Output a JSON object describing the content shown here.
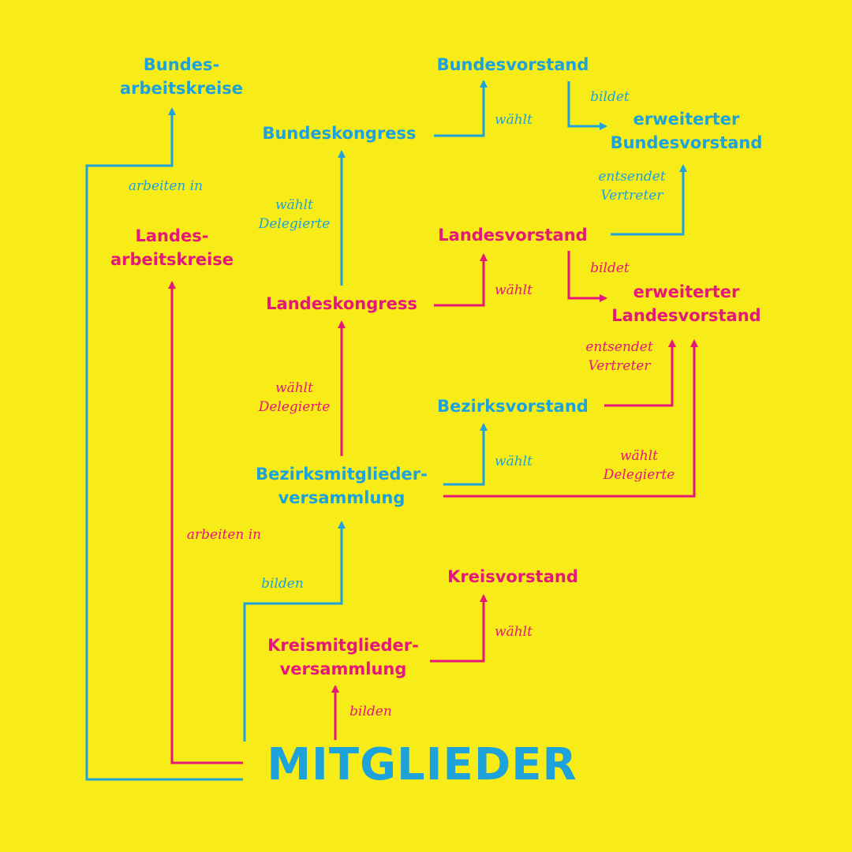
{
  "colors": {
    "background": "#f7ec18",
    "blue": "#1da2dc",
    "pink": "#e5177a"
  },
  "nodes": {
    "bundesarbeitskreise": [
      "Bundes-",
      "arbeitskreise"
    ],
    "bundesvorstand": "Bundesvorstand",
    "bundeskongress": "Bundeskongress",
    "erweiterter_bundesvorstand": [
      "erweiterter",
      "Bundesvorstand"
    ],
    "landesarbeitskreise": [
      "Landes-",
      "arbeitskreise"
    ],
    "landesvorstand": "Landesvorstand",
    "landeskongress": "Landeskongress",
    "erweiterter_landesvorstand": [
      "erweiterter",
      "Landesvorstand"
    ],
    "bezirksvorstand": "Bezirksvorstand",
    "bezirksmitgliederversammlung": [
      "Bezirksmitglieder-",
      "versammlung"
    ],
    "kreisvorstand": "Kreisvorstand",
    "kreismitgliederversammlung": [
      "Kreismitglieder-",
      "versammlung"
    ],
    "mitglieder": "MITGLIEDER"
  },
  "edge_labels": {
    "bund_arbeiten_in": "arbeiten in",
    "bk_waehlt": "wählt",
    "bv_bildet": "bildet",
    "lk_waehlt_delegierte": [
      "wählt",
      "Delegierte"
    ],
    "ebv_entsendet": [
      "entsendet",
      "Vertreter"
    ],
    "lv_bildet": "bildet",
    "lk_waehlt": "wählt",
    "bmv_waehlt_delegierte_lk": [
      "wählt",
      "Delegierte"
    ],
    "elv_entsendet": [
      "entsendet",
      "Vertreter"
    ],
    "bmv_waehlt": "wählt",
    "bmv_waehlt_delegierte_elv": [
      "wählt",
      "Delegierte"
    ],
    "land_arbeiten_in": "arbeiten in",
    "mitglieder_bilden_bmv": "bilden",
    "kmv_waehlt": "wählt",
    "mitglieder_bilden_kmv": "bilden"
  }
}
